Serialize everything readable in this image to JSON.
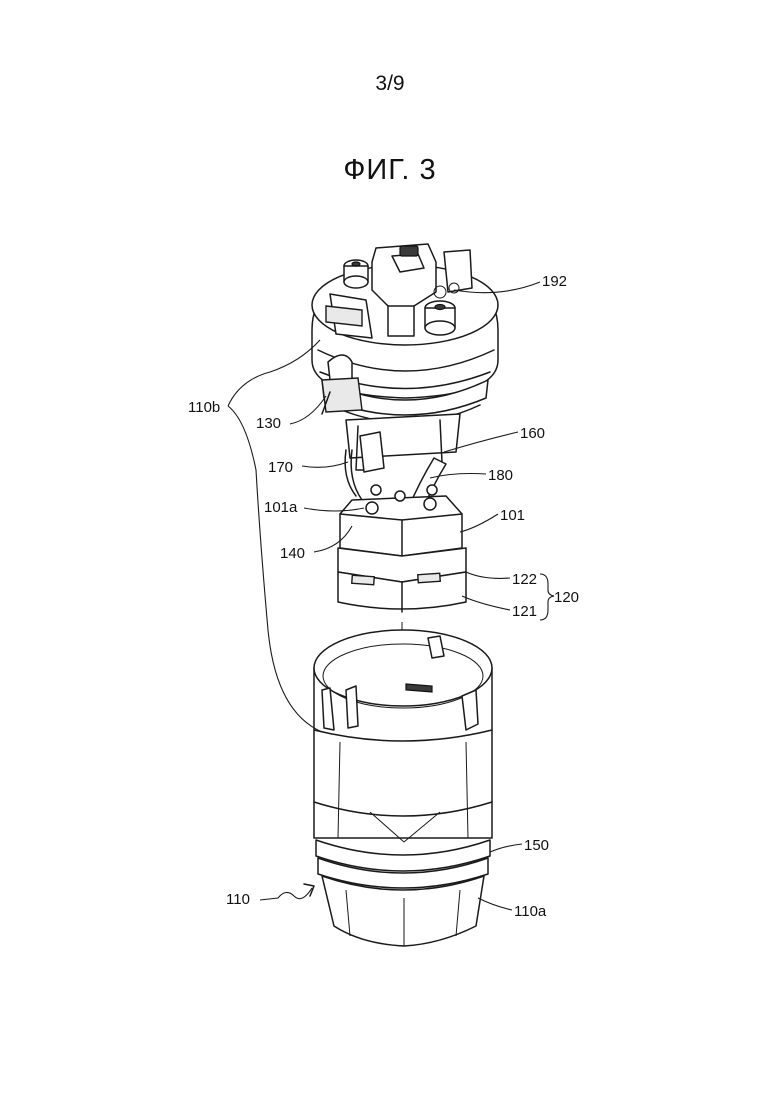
{
  "page": {
    "number": "3/9",
    "figure_title": "ФИГ. 3"
  },
  "labels": {
    "l192": "192",
    "l110b": "110b",
    "l130": "130",
    "l160": "160",
    "l170": "170",
    "l180": "180",
    "l101a": "101a",
    "l101": "101",
    "l140": "140",
    "l122": "122",
    "l121": "121",
    "l120": "120",
    "l150": "150",
    "l110": "110",
    "l110a": "110a"
  }
}
